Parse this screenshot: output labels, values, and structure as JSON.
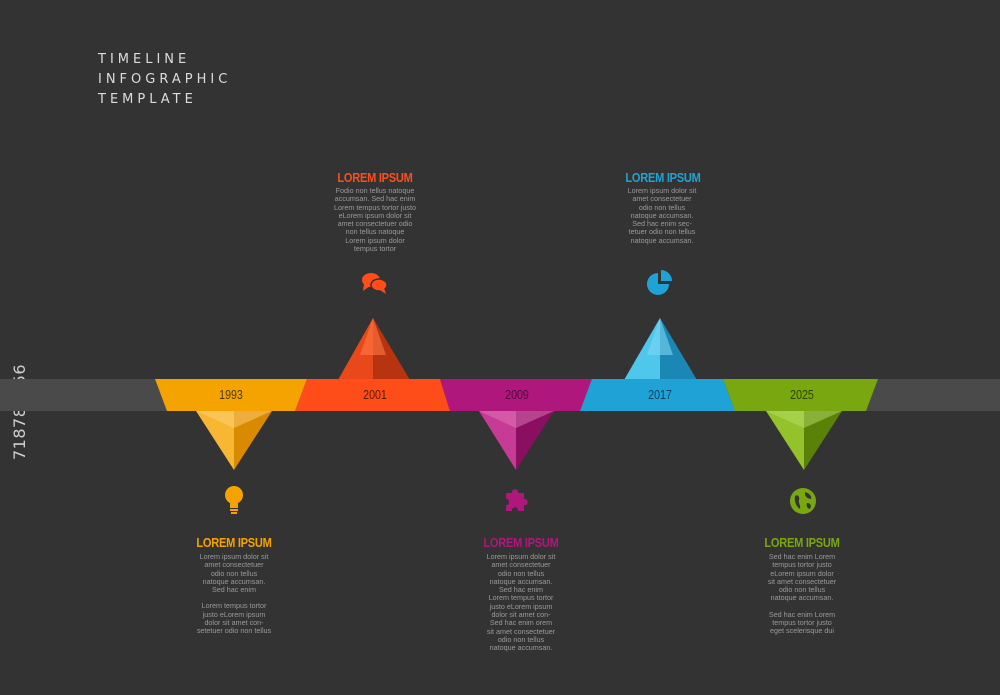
{
  "title": {
    "lines": [
      "TIMELINE",
      "INFOGRAPHIC",
      "TEMPLATE"
    ]
  },
  "watermark": "718780756",
  "colors": {
    "background": "#333333",
    "track": "#4a4a4a",
    "yellow": "#f5a300",
    "orange": "#ff4d1a",
    "magenta": "#b0177c",
    "blue": "#1fa3d6",
    "green": "#78a710"
  },
  "milestones": [
    {
      "year": "1993",
      "color": "#f5a300",
      "icon": "lightbulb-icon",
      "heading": "LOREM IPSUM",
      "lines": [
        "Lorem ipsum dolor sit",
        "amet consectetuer",
        "odio non tellus",
        "natoque accumsan.",
        "Sed hac enim",
        "",
        "Lorem tempus tortor",
        "justo eLorem ipsum",
        "dolor sit amet con-",
        "setetuer odio non tellus"
      ]
    },
    {
      "year": "2001",
      "color": "#ff4d1a",
      "icon": "chat-bubbles-icon",
      "heading": "LOREM IPSUM",
      "lines": [
        "Fodio non tellus natoque",
        "accumsan. Sed hac enim",
        "Lorem tempus tortor justo",
        "eLorem ipsum dolor sit",
        "amet consectetuer odio",
        "non tellus natoque",
        "Lorem ipsum dolor",
        "tempus tortor"
      ]
    },
    {
      "year": "2009",
      "color": "#b0177c",
      "icon": "puzzle-piece-icon",
      "heading": "LOREM IPSUM",
      "lines": [
        "Lorem ipsum dolor sit",
        "amet consectetuer",
        "odio non tellus",
        "natoque accumsan.",
        "Sed hac enim",
        "Lorem tempus tortor",
        "justo eLorem ipsum",
        "dolor sit amet con-",
        "Sed hac enim orem",
        "sit amet consectetuer",
        "odio non tellus",
        "natoque accumsan."
      ]
    },
    {
      "year": "2017",
      "color": "#1fa3d6",
      "icon": "pie-chart-icon",
      "heading": "LOREM IPSUM",
      "lines": [
        "Lorem ipsum dolor sit",
        "amet consectetuer",
        "odio non tellus",
        "natoque accumsan.",
        "Sed hac enim sec-",
        "tetuer odio non tellus",
        "natoque accumsan."
      ]
    },
    {
      "year": "2025",
      "color": "#78a710",
      "icon": "globe-icon",
      "heading": "LOREM IPSUM",
      "lines": [
        "Sed hac enim Lorem",
        "tempus tortor justo",
        "eLorem ipsum dolor",
        "sit amet consectetuer",
        "odio non tellus",
        "natoque accumsan.",
        "",
        "Sed hac enim Lorem",
        "tempus tortor justo",
        "eget scelerisque dui"
      ]
    }
  ]
}
